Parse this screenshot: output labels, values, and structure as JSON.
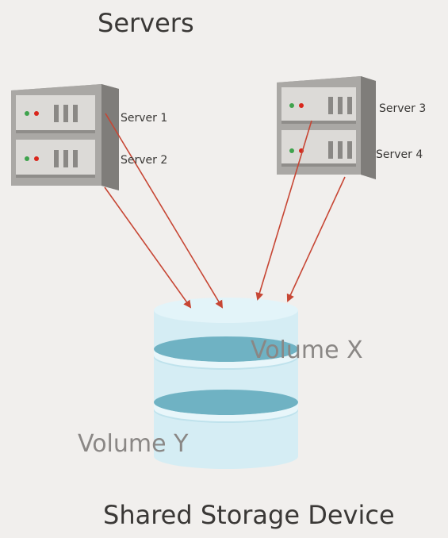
{
  "diagram": {
    "title_top": "Servers",
    "title_bottom": "Shared Storage Device",
    "servers": [
      {
        "label": "Server 1"
      },
      {
        "label": "Server 2"
      },
      {
        "label": "Server 3"
      },
      {
        "label": "Server 4"
      }
    ],
    "volumes": [
      {
        "label": "Volume X"
      },
      {
        "label": "Volume Y"
      }
    ],
    "colors": {
      "background": "#f1efed",
      "arrow": "#c74634",
      "led_green": "#3fa34d",
      "led_red": "#d9261c",
      "server_body": "#a9a7a4",
      "server_panel": "#dad8d5",
      "disk_body": "#d5edf4",
      "disk_band": "#6fb2c3"
    },
    "icons": [
      "server-rack-icon",
      "storage-cylinder-icon"
    ]
  }
}
